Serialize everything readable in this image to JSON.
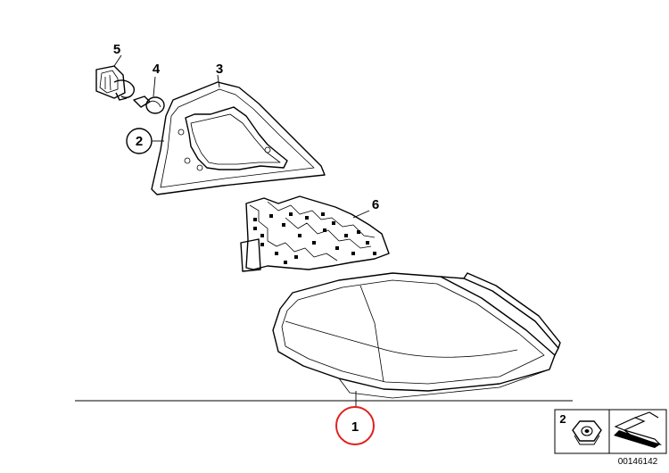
{
  "callouts": {
    "part_1": "1",
    "part_2": "2",
    "part_3": "3",
    "part_4": "4",
    "part_5": "5",
    "part_6": "6"
  },
  "inset": {
    "part_2": "2"
  },
  "part_code": "00146142",
  "colors": {
    "line": "#000000",
    "highlight_circle": "#e0201e",
    "background": "#ffffff"
  },
  "icons": [
    "nut-icon",
    "tail-light-arrow-icon"
  ]
}
